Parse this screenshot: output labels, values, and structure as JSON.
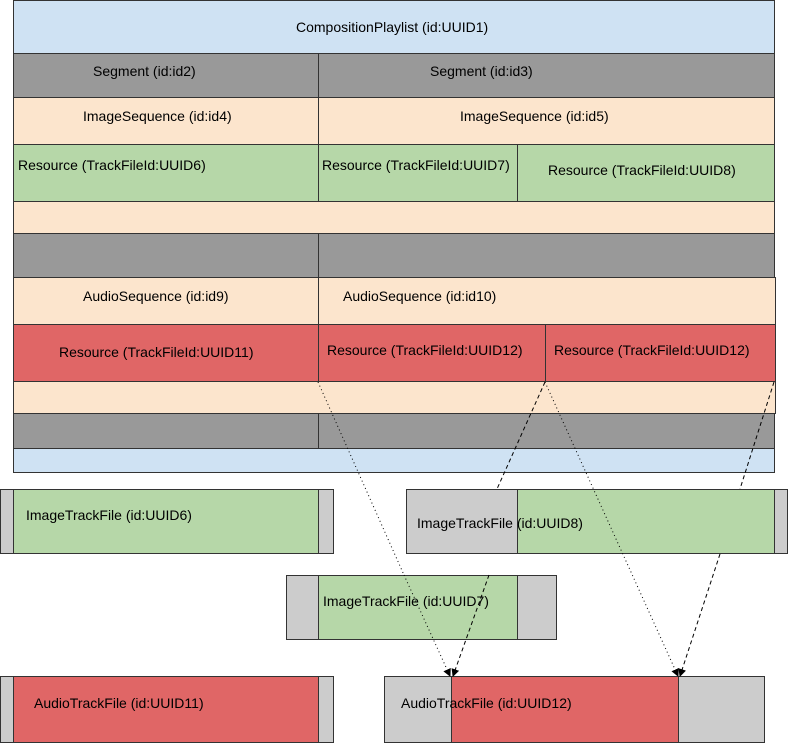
{
  "colors": {
    "composition": "#cfe2f3",
    "segment": "#999999",
    "sequence": "#fce5cd",
    "image": "#b6d7a8",
    "audio": "#e06666",
    "track_padding": "#cccccc"
  },
  "cpl": {
    "label": "CompositionPlaylist (id:UUID1)"
  },
  "segments": [
    {
      "label": "Segment (id:id2)"
    },
    {
      "label": "Segment (id:id3)"
    }
  ],
  "image_sequences": [
    {
      "label": "ImageSequence (id:id4)"
    },
    {
      "label": "ImageSequence (id:id5)"
    }
  ],
  "image_resources": [
    {
      "label": "Resource (TrackFileId:UUID6)"
    },
    {
      "label": "Resource (TrackFileId:UUID7)"
    },
    {
      "label": "Resource (TrackFileId:UUID8)"
    }
  ],
  "audio_sequences": [
    {
      "label": "AudioSequence (id:id9)"
    },
    {
      "label": "AudioSequence (id:id10)"
    }
  ],
  "audio_resources": [
    {
      "label": "Resource (TrackFileId:UUID11)"
    },
    {
      "label": "Resource (TrackFileId:UUID12)"
    },
    {
      "label": "Resource (TrackFileId:UUID12)"
    }
  ],
  "track_files": {
    "image_uuid6": {
      "label": "ImageTrackFile (id:UUID6)"
    },
    "image_uuid8": {
      "label": "ImageTrackFile (id:UUID8)"
    },
    "image_uuid7": {
      "label": "ImageTrackFile (id:UUID7)"
    },
    "audio_uuid11": {
      "label": "AudioTrackFile (id:UUID11)"
    },
    "audio_uuid12": {
      "label": "AudioTrackFile (id:UUID12)"
    }
  }
}
